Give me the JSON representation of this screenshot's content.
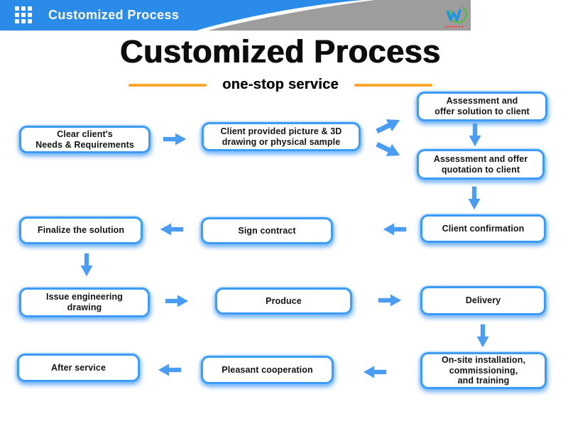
{
  "header": {
    "title": "Customized Process",
    "colors": {
      "bar_blue": "#2b8be8",
      "bar_gray": "#9d9d9d"
    }
  },
  "main": {
    "title": "Customized Process",
    "subtitle": "one-stop service"
  },
  "colors": {
    "box_border_blue": "#3d9cf5",
    "arrow_blue": "#4a9df2",
    "accent_orange": "#f9a62c",
    "text_black": "#0d0d0d"
  },
  "icons": {
    "grid": "grid-icon (3x3 white squares)",
    "logo": "company-logo (blue W mark with green ring and red tagline)"
  },
  "flow": {
    "boxes": [
      {
        "id": "clear-needs",
        "label": "Clear client's\nNeeds & Requirements"
      },
      {
        "id": "client-provided",
        "label": "Client provided picture & 3D\ndrawing or physical sample"
      },
      {
        "id": "assessment-solution",
        "label": "Assessment and\noffer solution to client"
      },
      {
        "id": "assessment-quotation",
        "label": "Assessment and offer\nquotation to client"
      },
      {
        "id": "client-confirmation",
        "label": "Client confirmation"
      },
      {
        "id": "sign-contract",
        "label": "Sign contract"
      },
      {
        "id": "finalize-solution",
        "label": "Finalize the solution"
      },
      {
        "id": "issue-drawing",
        "label": "Issue engineering\ndrawing"
      },
      {
        "id": "produce",
        "label": "Produce"
      },
      {
        "id": "delivery",
        "label": "Delivery"
      },
      {
        "id": "onsite-installation",
        "label": "On-site installation,\ncommissioning,\nand training"
      },
      {
        "id": "pleasant-cooperation",
        "label": "Pleasant cooperation"
      },
      {
        "id": "after-service",
        "label": "After service"
      }
    ],
    "connections": [
      {
        "from": "clear-needs",
        "to": "client-provided",
        "dir": "right"
      },
      {
        "from": "client-provided",
        "to": "assessment-solution",
        "dir": "up-right"
      },
      {
        "from": "client-provided",
        "to": "assessment-quotation",
        "dir": "down-right"
      },
      {
        "from": "assessment-solution",
        "to": "assessment-quotation",
        "dir": "down"
      },
      {
        "from": "assessment-quotation",
        "to": "client-confirmation",
        "dir": "down"
      },
      {
        "from": "client-confirmation",
        "to": "sign-contract",
        "dir": "left"
      },
      {
        "from": "sign-contract",
        "to": "finalize-solution",
        "dir": "left"
      },
      {
        "from": "finalize-solution",
        "to": "issue-drawing",
        "dir": "down"
      },
      {
        "from": "issue-drawing",
        "to": "produce",
        "dir": "right"
      },
      {
        "from": "produce",
        "to": "delivery",
        "dir": "right"
      },
      {
        "from": "delivery",
        "to": "onsite-installation",
        "dir": "down"
      },
      {
        "from": "onsite-installation",
        "to": "pleasant-cooperation",
        "dir": "left"
      },
      {
        "from": "pleasant-cooperation",
        "to": "after-service",
        "dir": "left"
      }
    ]
  }
}
